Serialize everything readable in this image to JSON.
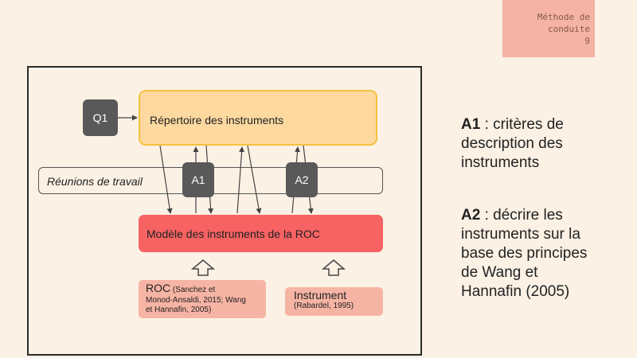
{
  "slide_tag": {
    "line1": "Méthode de",
    "line2": "conduite",
    "number": "9"
  },
  "diagram": {
    "q1_label": "Q1",
    "repertoire_label": "Répertoire des instruments",
    "reunions_label": "Réunions de travail",
    "a1_label": "A1",
    "a2_label": "A2",
    "modele_label": "Modèle des instruments de la ROC",
    "roc_title": "ROC",
    "roc_ref_1": "(Sanchez et",
    "roc_ref_2": "Monod-Ansaldi, 2015; Wang",
    "roc_ref_3": "et Hannafin, 2005)",
    "instrument_title": "Instrument",
    "instrument_ref": "(Rabardel, 1995)"
  },
  "legend": {
    "a1_key": "A1",
    "a1_line1": " : critères de",
    "a1_line2": "description des",
    "a1_line3": "instruments",
    "a2_key": "A2",
    "a2_line1": " : décrire les",
    "a2_line2": "instruments sur la",
    "a2_line3": "base des principes",
    "a2_line4": "de Wang et",
    "a2_line5": "Hannafin (2005)"
  },
  "colors": {
    "background": "#fbf1e4",
    "repertoire_fill": "#fdd9a0",
    "repertoire_border": "#f3c23d",
    "modele_fill": "#f76262",
    "source_fill": "#f6b4a4",
    "dark_box": "#595959"
  }
}
